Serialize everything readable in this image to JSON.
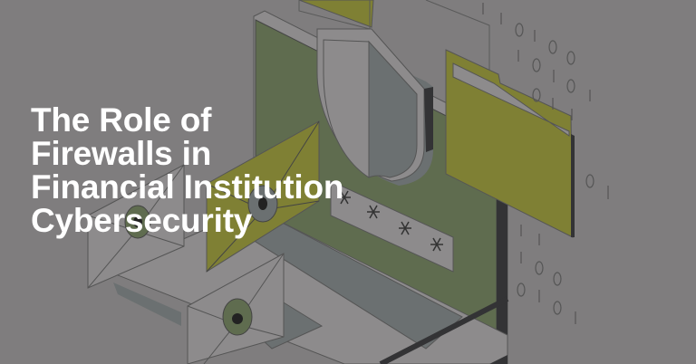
{
  "hero": {
    "title_lines": [
      "The Role of",
      "Firewalls in",
      "Financial Institution",
      "Cybersecurity"
    ]
  },
  "illustration": {
    "subject": "isometric laptop with security shield, password field, folder, binary digits and malware envelopes",
    "icons": [
      "shield-icon",
      "password-asterisks",
      "folder-icon",
      "envelope-bug-icon",
      "binary-digits"
    ],
    "password_mask": "* * * *",
    "binary_digits": [
      "1",
      "1",
      "0",
      "1",
      "0",
      "0",
      "1",
      "0",
      "1",
      "0",
      "0",
      "1",
      "1",
      "0",
      "1",
      "1",
      "0",
      "0",
      "1",
      "1",
      "0",
      "0",
      "1"
    ]
  },
  "colors": {
    "background": "#7f7d7e",
    "screen_green": "#5f6c4f",
    "accent_olive": "#7f8034",
    "shield_light": "#8d8b8c",
    "shield_dark": "#6b7071",
    "laptop_edge": "#333335",
    "title": "#ffffff"
  }
}
